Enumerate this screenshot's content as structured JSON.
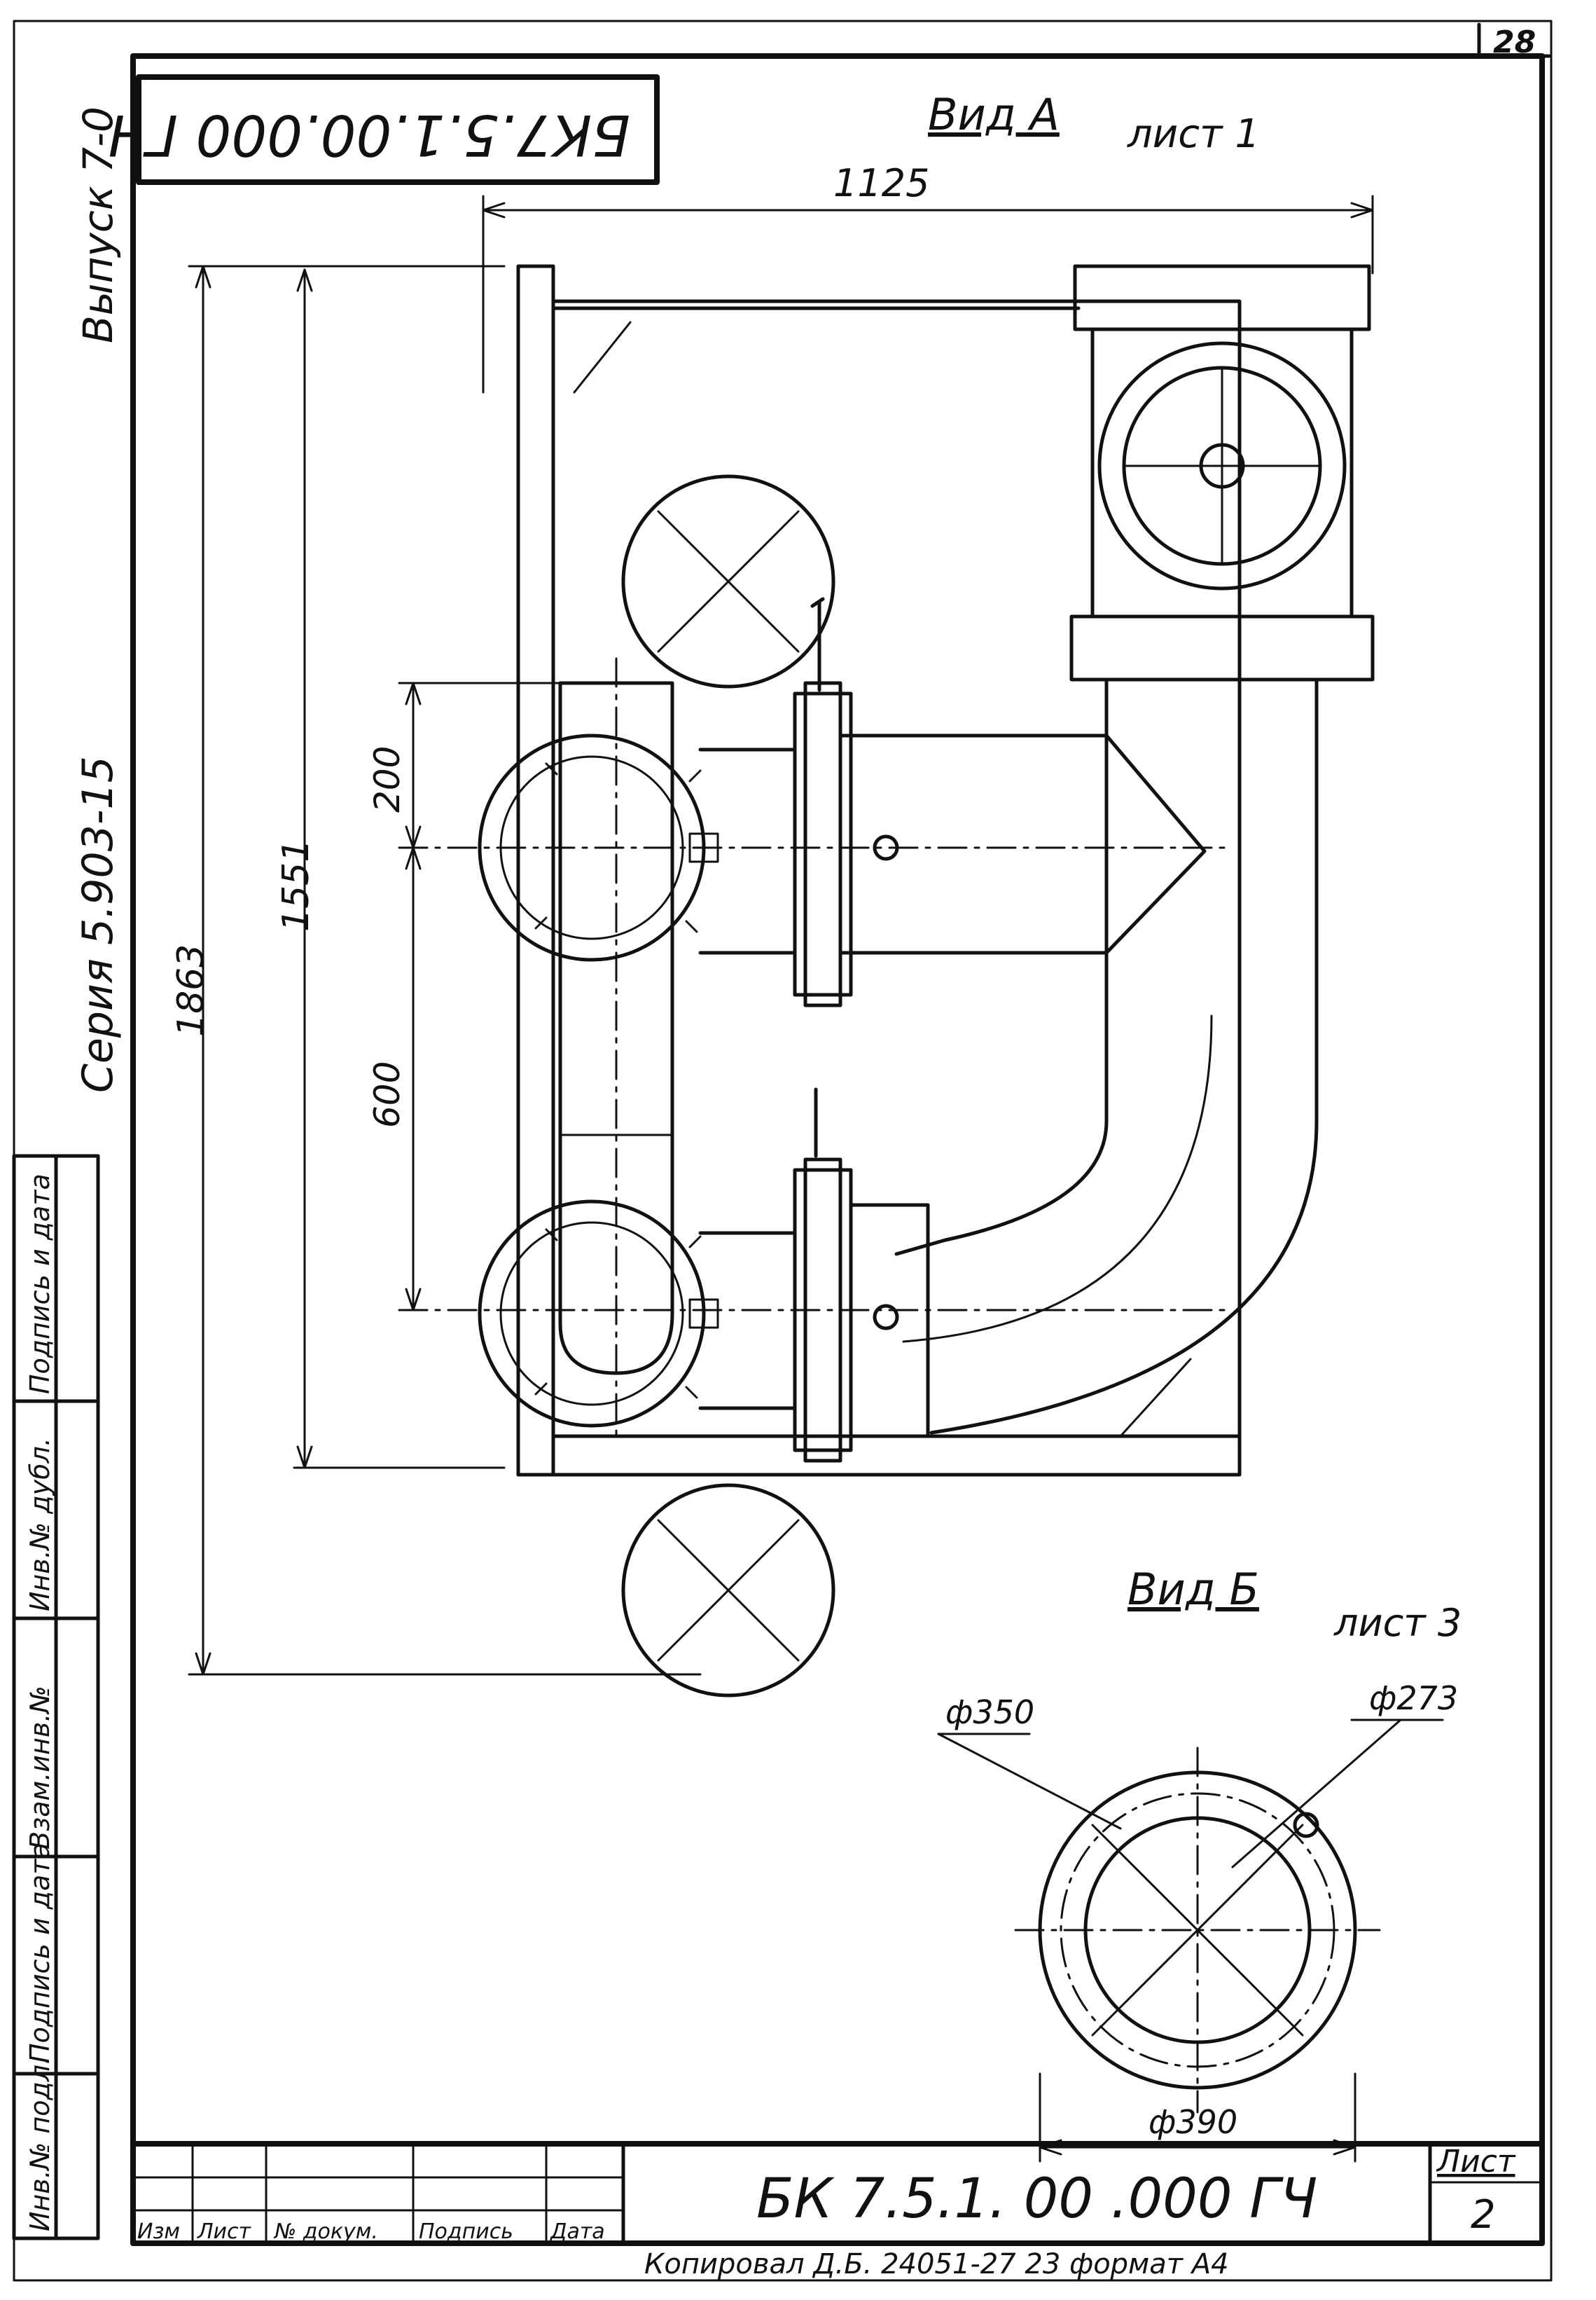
{
  "sheet": {
    "page_number": "28",
    "side_release": "Выпуск 7-0",
    "side_series": "Серия 5.903-15",
    "stamp_code_rotated": "БК7.5.1.00.000 ГЧ",
    "title_code": "БК 7.5.1. 00 .000 ГЧ",
    "sheet_label": "Лист",
    "sheet_no": "2",
    "copied_line": "Копировал  Д.Б.  24051-27  23  формат  А4"
  },
  "view_a": {
    "title": "Вид А",
    "ref": "лист 1",
    "dims": {
      "width_top": "1125",
      "height_overall": "1863",
      "height_inner": "1551",
      "offset_top": "200",
      "offset_between": "600"
    }
  },
  "view_b": {
    "title": "Вид Б",
    "ref": "лист 3",
    "dims": {
      "d_outer": "ф390",
      "d_bolt_circle": "ф350",
      "d_inner": "ф273"
    }
  },
  "side_stamp": [
    "Инв.№ подл.",
    "Подпись и дата",
    "Взам.инв.№",
    "Инв.№ дубл.",
    "Подпись и дата"
  ],
  "title_block": {
    "columns": [
      "Изм",
      "Лист",
      "№ докум.",
      "Подпись",
      "Дата"
    ]
  }
}
